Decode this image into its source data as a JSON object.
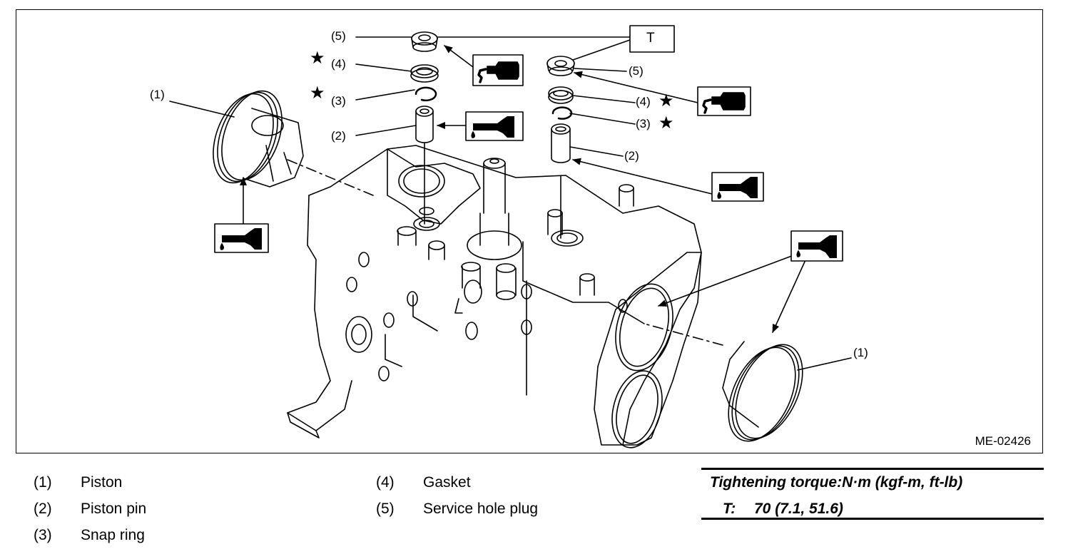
{
  "figure": {
    "id": "ME-02426",
    "torque_box_label": "T",
    "callouts": {
      "piston_left": "(1)",
      "piston_right": "(1)",
      "pin_left": "(2)",
      "pin_right": "(2)",
      "snap_left": "(3)",
      "snap_right": "(3)",
      "gasket_left": "(4)",
      "gasket_right": "(4)",
      "plug_left": "(5)",
      "plug_right": "(5)"
    },
    "symbols": {
      "replace_marker": "★",
      "icon_oil": "engine-oil-icon",
      "icon_sealant": "liquid-gasket-icon"
    }
  },
  "legend": [
    {
      "num": "(1)",
      "name": "Piston"
    },
    {
      "num": "(2)",
      "name": "Piston pin"
    },
    {
      "num": "(3)",
      "name": "Snap ring"
    },
    {
      "num": "(4)",
      "name": "Gasket"
    },
    {
      "num": "(5)",
      "name": "Service hole plug"
    }
  ],
  "torque": {
    "title": "Tightening torque:N·m (kgf-m, ft-lb)",
    "key": "T:",
    "value": "70 (7.1, 51.6)"
  }
}
